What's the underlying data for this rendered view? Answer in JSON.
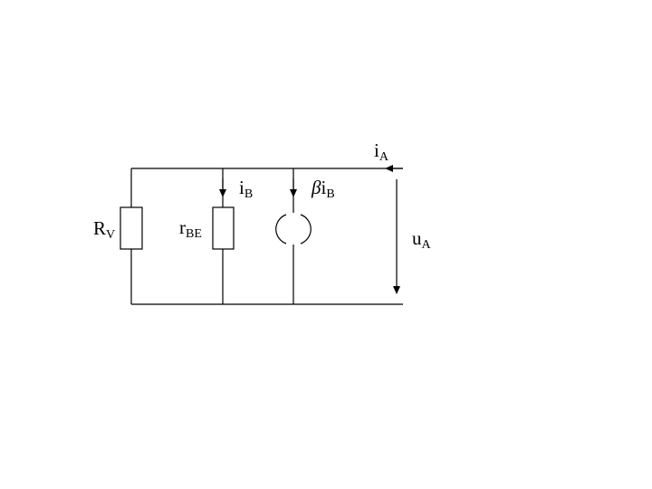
{
  "diagram": {
    "type": "circuit",
    "labels": {
      "rv": {
        "main": "R",
        "sub": "V"
      },
      "rbe": {
        "main": "r",
        "sub": "BE"
      },
      "ib": {
        "main": "i",
        "sub": "B"
      },
      "beta_ib": {
        "greek": "β",
        "main": "i",
        "sub": "B"
      },
      "ia": {
        "main": "i",
        "sub": "A"
      },
      "ua": {
        "main": "u",
        "sub": "A"
      }
    }
  }
}
